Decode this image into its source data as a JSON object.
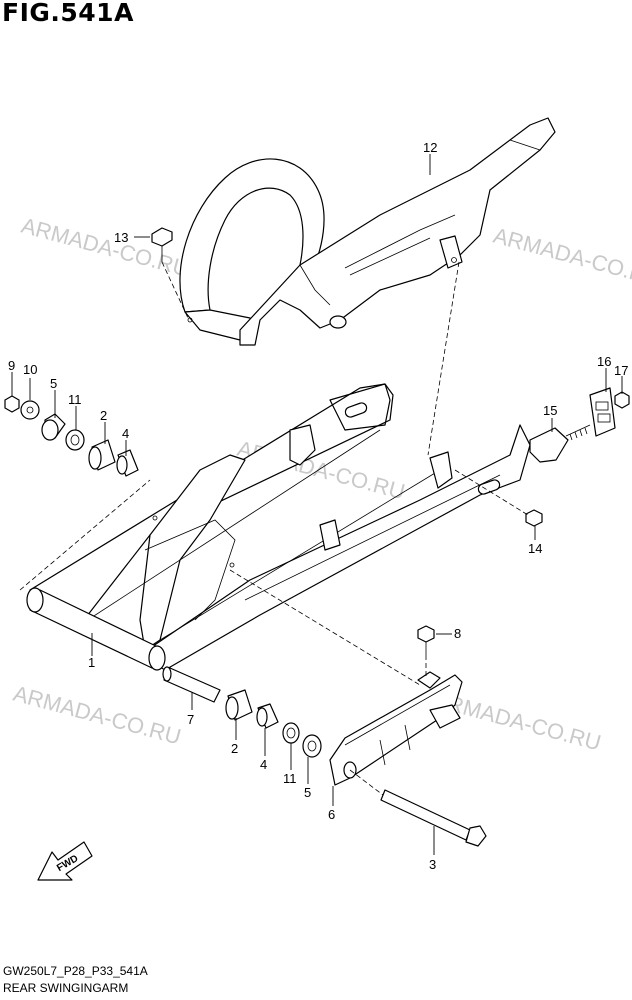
{
  "figure": {
    "title": "FIG.541A"
  },
  "footer": {
    "code": "GW250L7_P28_P33_541A",
    "name": "REAR SWINGINGARM"
  },
  "watermark": "ARMADA-CO.RU",
  "fwd_label": "FWD",
  "callouts": [
    "1",
    "2",
    "2",
    "3",
    "4",
    "4",
    "5",
    "5",
    "6",
    "7",
    "8",
    "9",
    "10",
    "11",
    "11",
    "12",
    "13",
    "14",
    "15",
    "16",
    "17"
  ]
}
